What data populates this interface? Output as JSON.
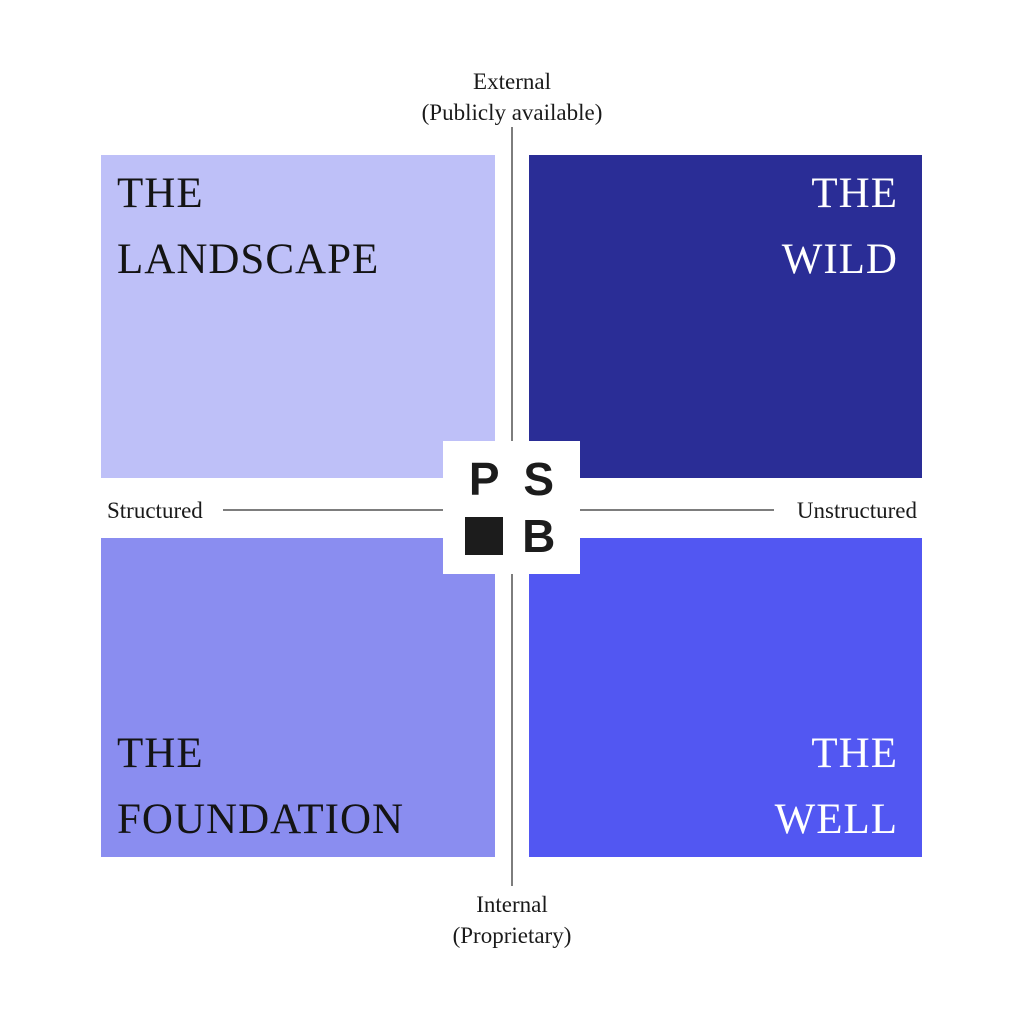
{
  "diagram": {
    "kind": "2x2-quadrant-matrix",
    "background": "#ffffff"
  },
  "axes": {
    "top_label_line1": "External",
    "top_label_line2": "(Publicly available)",
    "bottom_label_line1": "Internal",
    "bottom_label_line2": "(Proprietary)",
    "left_label": "Structured",
    "right_label": "Unstructured",
    "line_color": "#7d7d7d",
    "label_color": "#1a1a1a"
  },
  "quadrants": {
    "top_left": {
      "line1": "THE",
      "line2": "LANDSCAPE",
      "bg": "#bec0f8",
      "text": "#141414"
    },
    "top_right": {
      "line1": "THE",
      "line2": "WILD",
      "bg": "#2a2d96",
      "text": "#ffffff"
    },
    "bottom_left": {
      "line1": "THE",
      "line2": "FOUNDATION",
      "bg": "#8a8df0",
      "text": "#141414"
    },
    "bottom_right": {
      "line1": "THE",
      "line2": "WELL",
      "bg": "#5257f2",
      "text": "#ffffff"
    }
  },
  "logo": {
    "top_left_letter": "P",
    "top_right_letter": "S",
    "bottom_left_icon": "black-square",
    "bottom_right_letter": "B",
    "bg": "#ffffff",
    "glyph_color": "#1c1c1c"
  }
}
